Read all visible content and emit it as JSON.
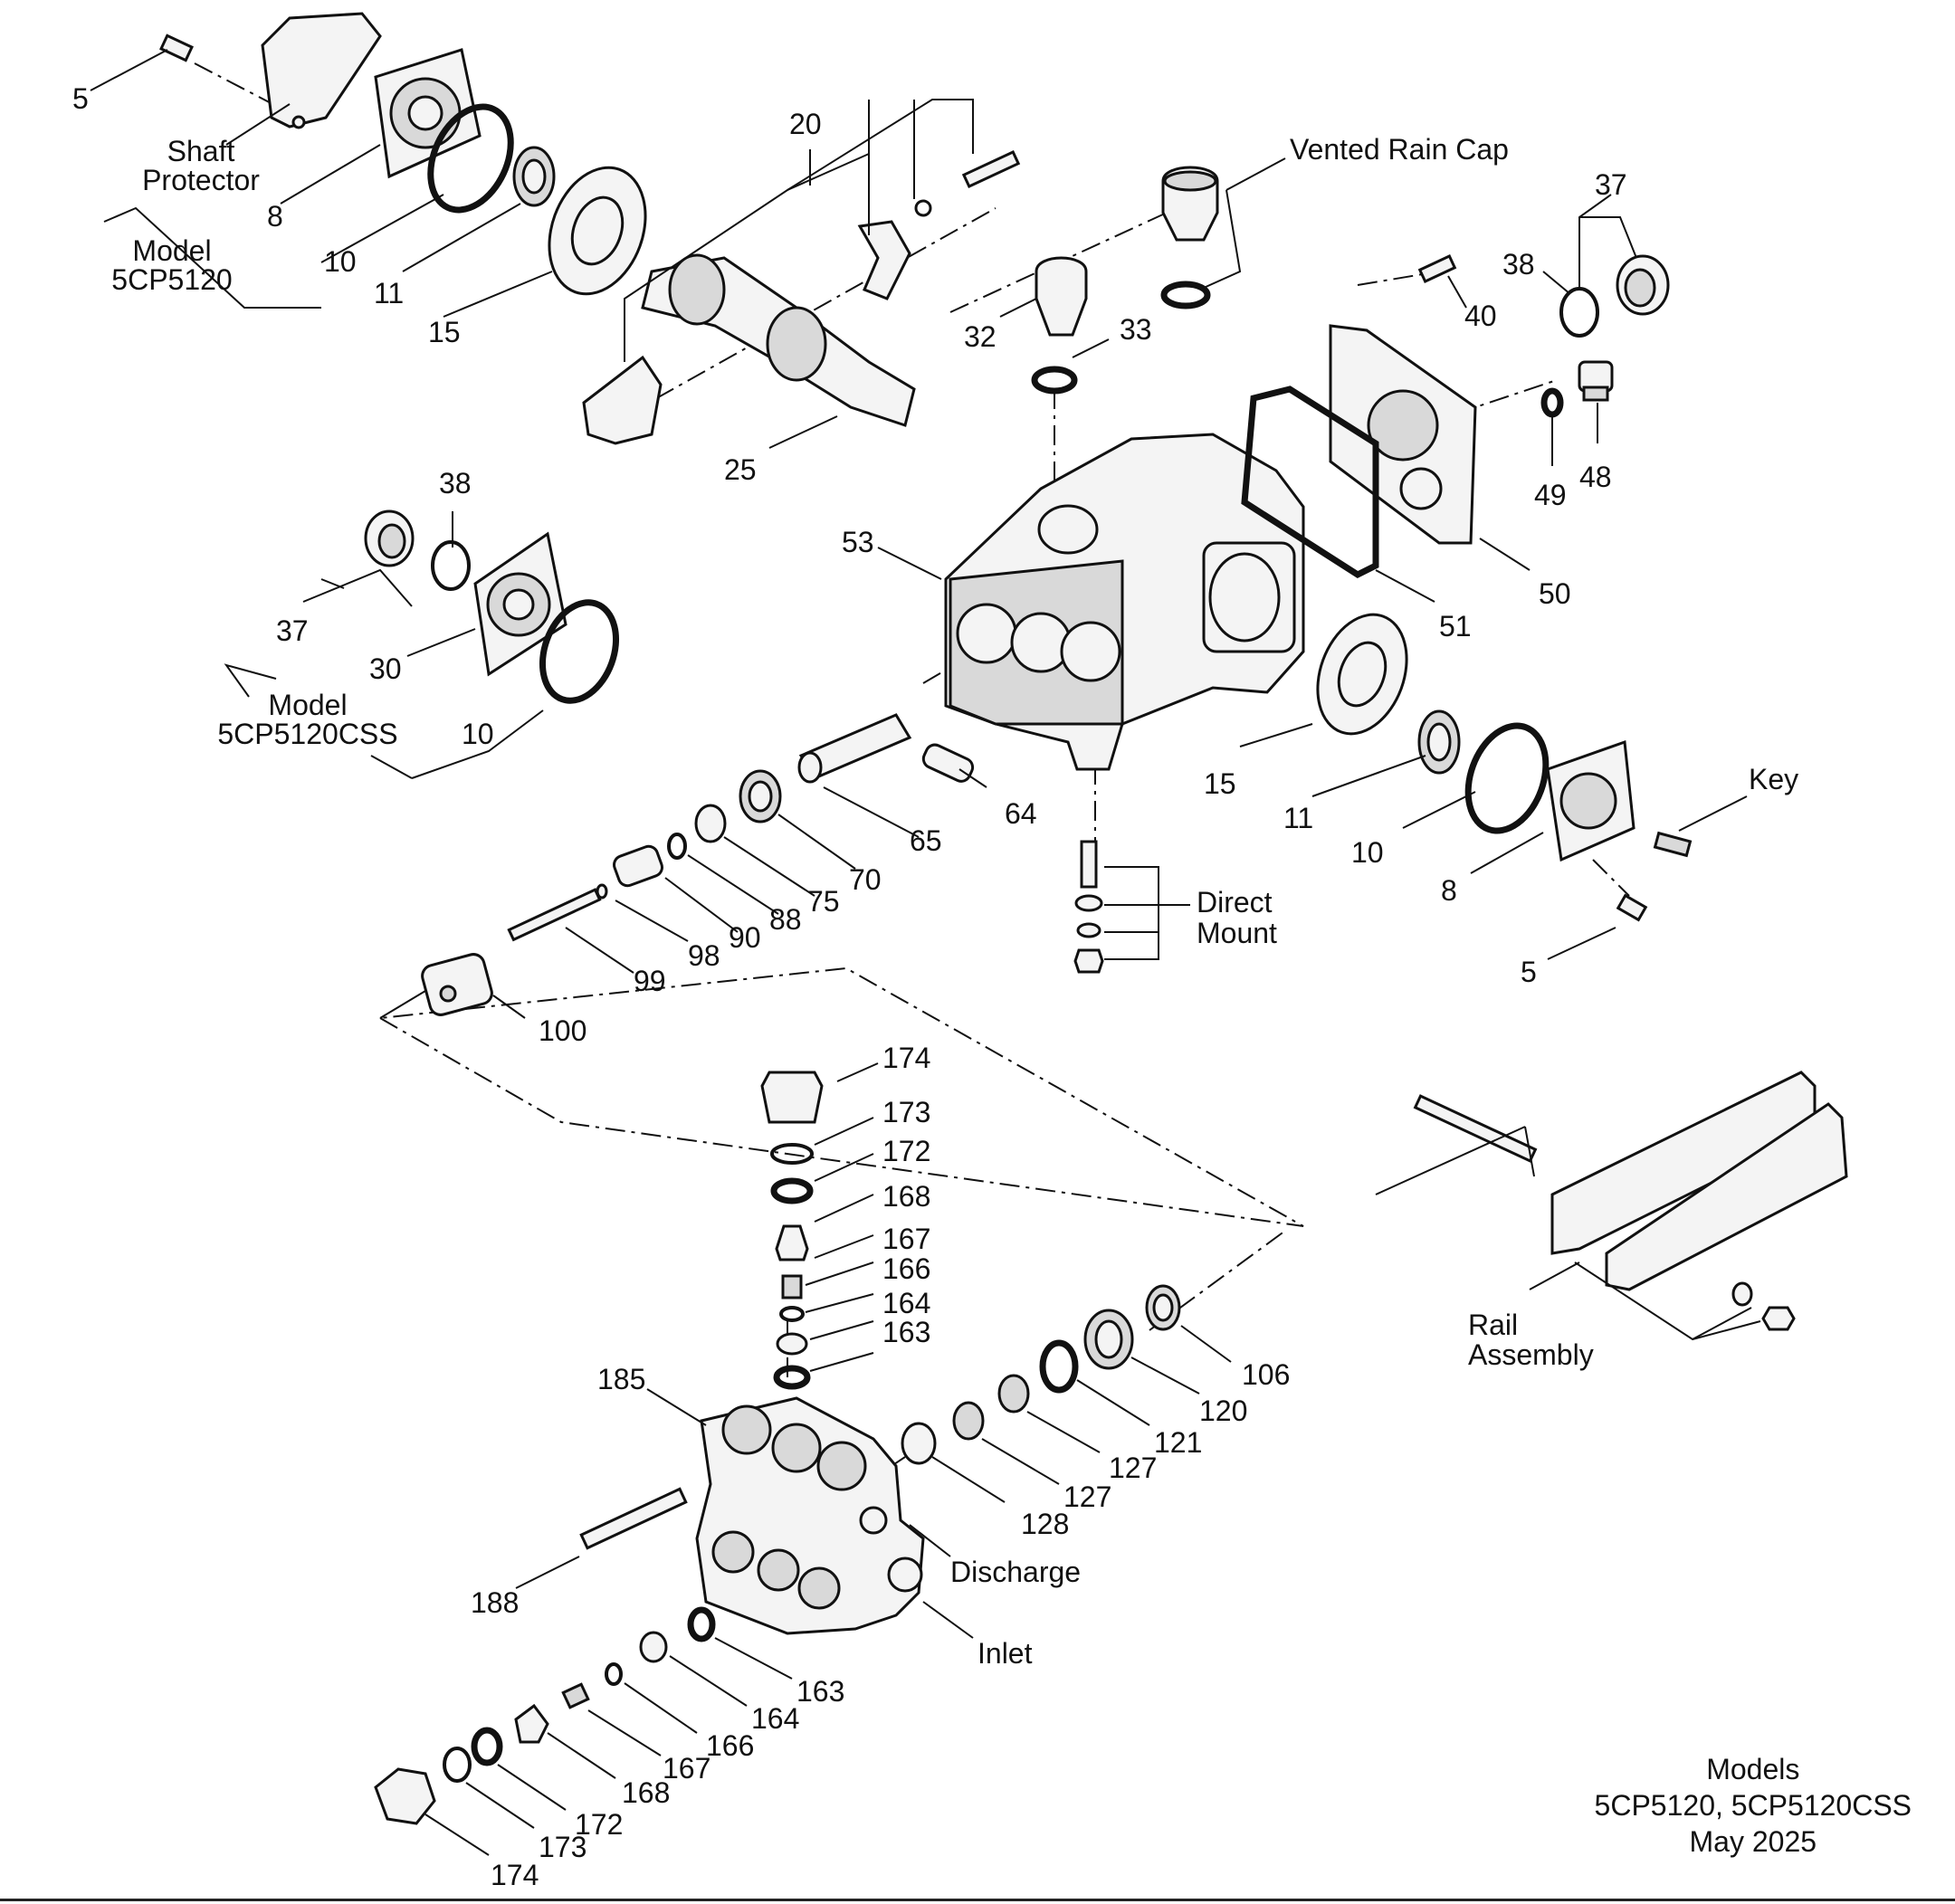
{
  "callouts": {
    "c5a": "5",
    "c8a": "8",
    "c10a": "10",
    "c11a": "11",
    "c15a": "15",
    "c20": "20",
    "c25": "25",
    "c32": "32",
    "c33": "33",
    "c37a": "37",
    "c38a": "38",
    "c40": "40",
    "c48": "48",
    "c49": "49",
    "c50": "50",
    "c51": "51",
    "c53": "53",
    "c38b": "38",
    "c37b": "37",
    "c30": "30",
    "c10b": "10",
    "c15b": "15",
    "c11b": "11",
    "c10c": "10",
    "c8b": "8",
    "c5b": "5",
    "c64": "64",
    "c65": "65",
    "c70": "70",
    "c75": "75",
    "c88": "88",
    "c90": "90",
    "c98": "98",
    "c99": "99",
    "c100": "100",
    "c174a": "174",
    "c173a": "173",
    "c172a": "172",
    "c168a": "168",
    "c167a": "167",
    "c166a": "166",
    "c164a": "164",
    "c163a": "163",
    "c185": "185",
    "c188": "188",
    "c106": "106",
    "c120": "120",
    "c121": "121",
    "c127a": "127",
    "c127b": "127",
    "c128": "128",
    "c163b": "163",
    "c164b": "164",
    "c166b": "166",
    "c167b": "167",
    "c168b": "168",
    "c172b": "172",
    "c173b": "173",
    "c174b": "174"
  },
  "labels": {
    "shaft_protector_1": "Shaft",
    "shaft_protector_2": "Protector",
    "model_a_1": "Model",
    "model_a_2": "5CP5120",
    "model_b_1": "Model",
    "model_b_2": "5CP5120CSS",
    "vented_rain_cap": "Vented Rain Cap",
    "direct_mount_1": "Direct",
    "direct_mount_2": "Mount",
    "key": "Key",
    "rail_assembly_1": "Rail",
    "rail_assembly_2": "Assembly",
    "discharge": "Discharge",
    "inlet": "Inlet"
  },
  "footer": {
    "line1": "Models",
    "line2": "5CP5120, 5CP5120CSS",
    "line3": "May 2025"
  }
}
